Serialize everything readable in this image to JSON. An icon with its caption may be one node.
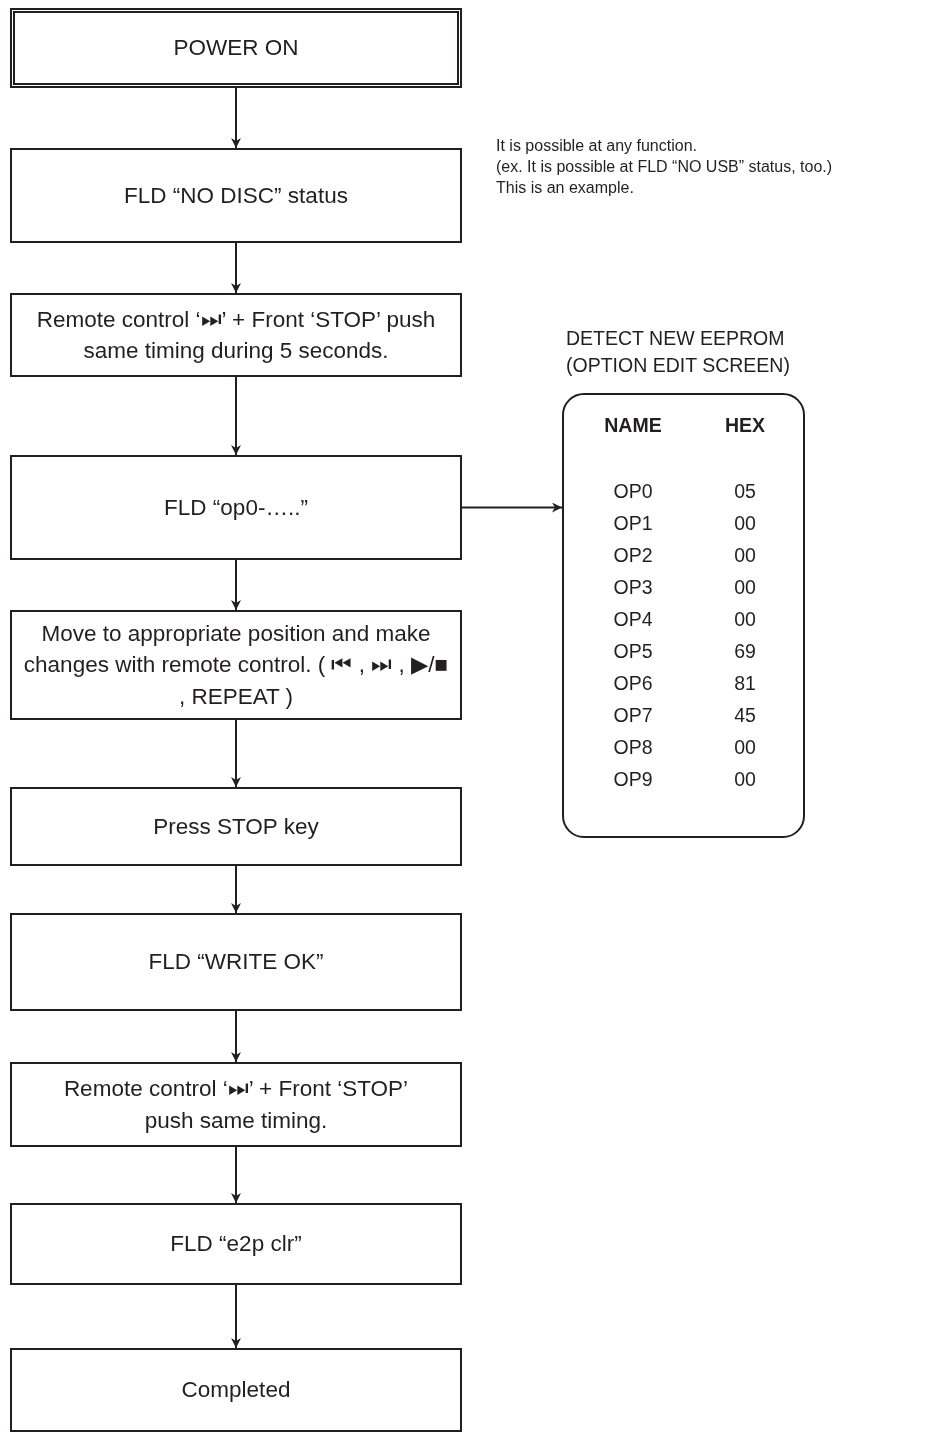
{
  "diagram": {
    "nodes": [
      {
        "text": [
          "POWER ON"
        ]
      },
      {
        "text": [
          "FLD “NO DISC” status"
        ],
        "beside": [
          "It is possible at any function.",
          "(ex. It is possible at FLD “NO USB” status, too.)",
          "This is an example."
        ]
      },
      {
        "text": [
          "Remote control ‘⏭’ + Front ‘STOP’ push same timing during 5 seconds."
        ]
      },
      {
        "text": [
          "FLD “op0-…..”"
        ]
      },
      {
        "text": [
          "Move to appropriate position and make changes with remote control. ( ⏮ , ⏭ , ▶/■ , REPEAT )"
        ]
      },
      {
        "text": [
          "Press STOP key"
        ]
      },
      {
        "text": [
          "FLD “WRITE OK”"
        ]
      },
      {
        "text": [
          "Remote control ‘⏭’ + Front ‘STOP’ push same timing."
        ]
      },
      {
        "text": [
          "FLD “e2p clr”"
        ]
      },
      {
        "text": [
          "Completed"
        ]
      },
      {
        "text": [
          "DETECT NEW EEPROM (OPTION EDIT SCREEN)"
        ]
      }
    ],
    "edges": [
      {
        "from": 0,
        "to": 1,
        "arrow": "to"
      },
      {
        "from": 1,
        "to": 2,
        "arrow": "to"
      },
      {
        "from": 2,
        "to": 3,
        "arrow": "to"
      },
      {
        "from": 3,
        "to": 4,
        "arrow": "to"
      },
      {
        "from": 4,
        "to": 5,
        "arrow": "to"
      },
      {
        "from": 5,
        "to": 6,
        "arrow": "to"
      },
      {
        "from": 6,
        "to": 7,
        "arrow": "to"
      },
      {
        "from": 7,
        "to": 8,
        "arrow": "to"
      },
      {
        "from": 8,
        "to": 9,
        "arrow": "to"
      },
      {
        "from": 3,
        "to": 10,
        "arrow": "to"
      }
    ],
    "labels": [
      "NAME",
      "HEX",
      "OP0",
      "05",
      "OP1",
      "00",
      "OP2",
      "00",
      "OP3",
      "00",
      "OP4",
      "00",
      "OP5",
      "69",
      "OP6",
      "81",
      "OP7",
      "45",
      "OP8",
      "00",
      "OP9",
      "00"
    ]
  }
}
